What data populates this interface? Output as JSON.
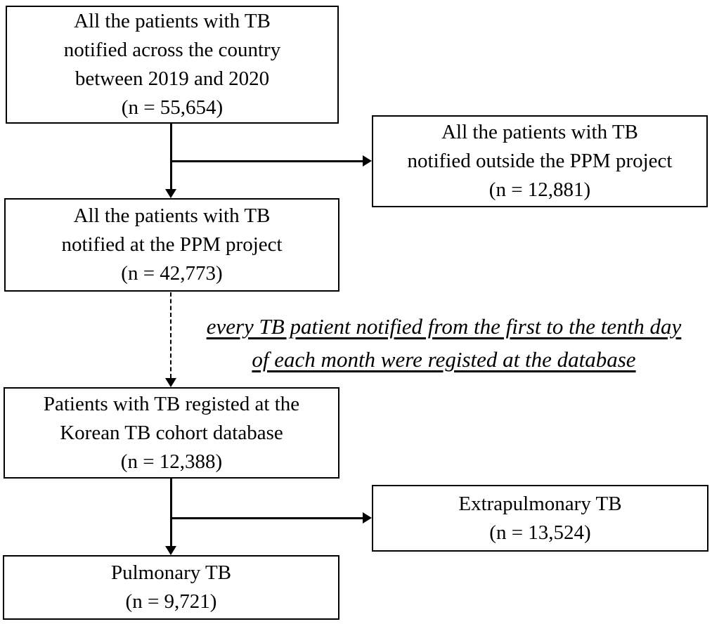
{
  "figure": {
    "type": "flowchart",
    "boxes": [
      {
        "id": "country",
        "lines": [
          "All the patients with TB",
          "notified across the country",
          "between 2019 and 2020",
          "(n = 55,654)"
        ]
      },
      {
        "id": "outside-ppm",
        "lines": [
          "All the patients with TB",
          "notified outside the PPM project",
          "(n = 12,881)"
        ]
      },
      {
        "id": "at-ppm",
        "lines": [
          "All the patients with TB",
          "notified at the PPM project",
          "(n = 42,773)"
        ]
      },
      {
        "id": "cohort-db",
        "lines": [
          "Patients with TB registed at the",
          "Korean TB cohort database",
          "(n = 12,388)"
        ]
      },
      {
        "id": "extrapulmonary",
        "lines": [
          "Extrapulmonary TB",
          "(n = 13,524)"
        ]
      },
      {
        "id": "pulmonary",
        "lines": [
          "Pulmonary TB",
          "(n = 9,721)"
        ]
      }
    ],
    "annotation": {
      "lines": [
        "every TB patient notified from the first to the tenth day",
        "of each month were registed at the database"
      ]
    },
    "colors": {
      "border": "#000000",
      "text": "#000000",
      "background": "#ffffff"
    }
  }
}
